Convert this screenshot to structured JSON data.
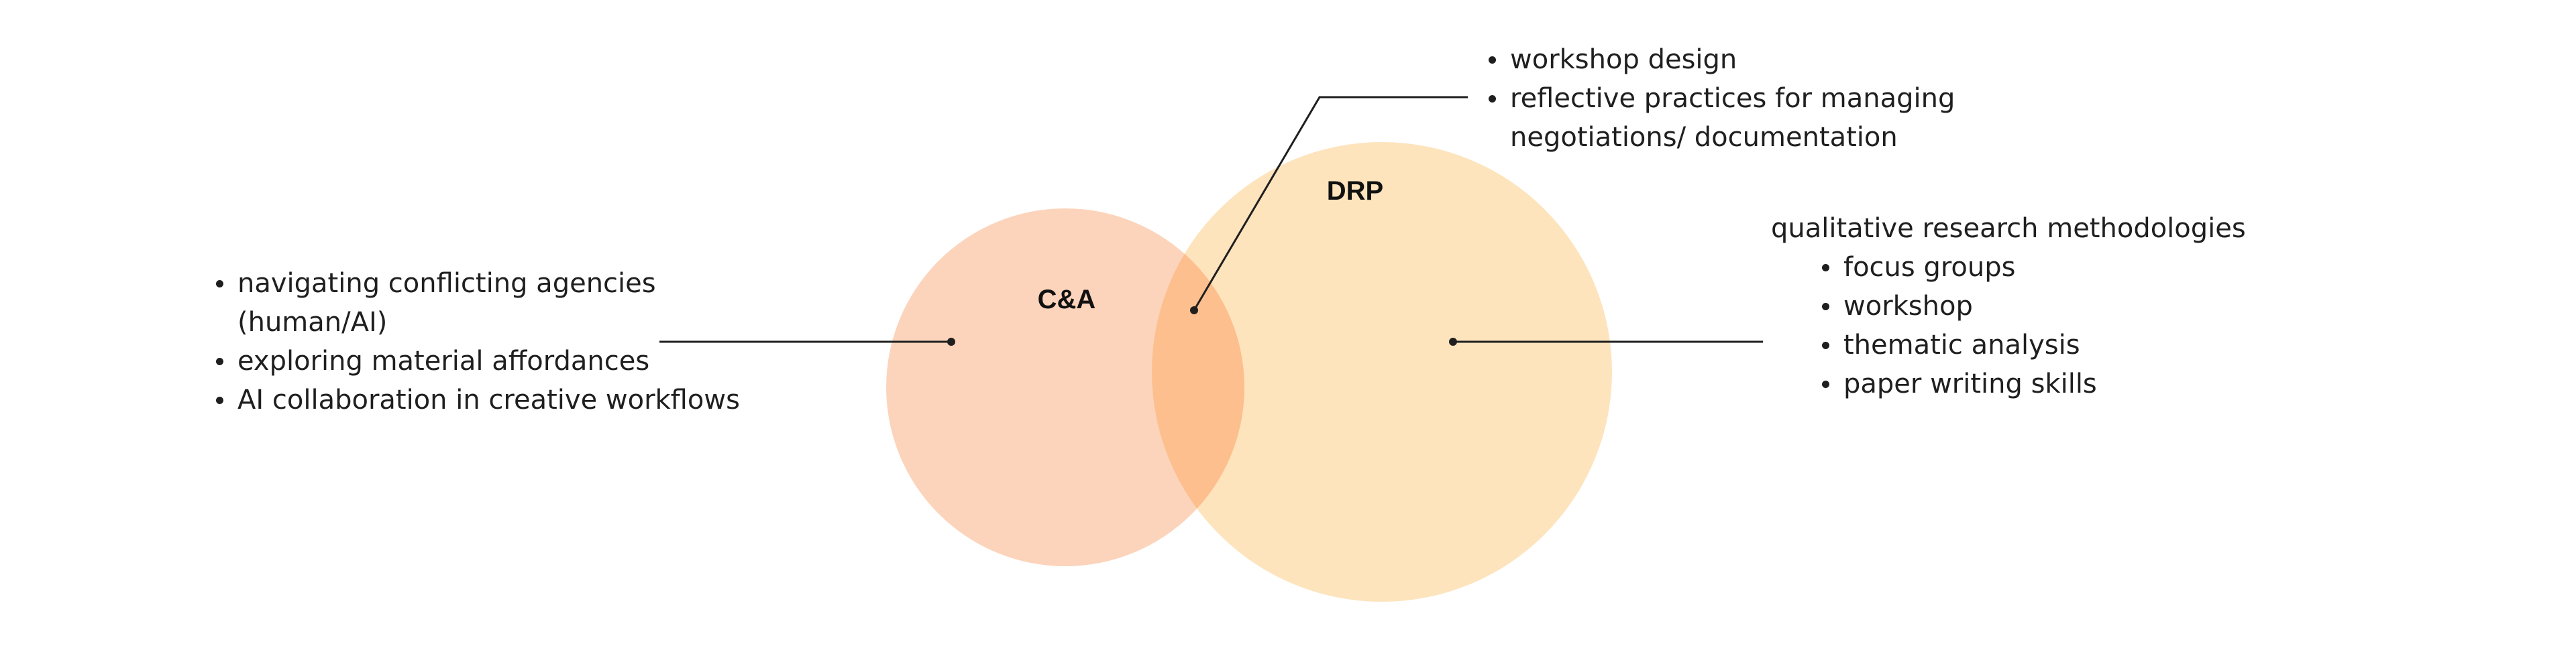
{
  "circles": {
    "ca": {
      "label": "C&A",
      "color": "#fcd4bb"
    },
    "drp": {
      "label": "DRP",
      "color": "#fde4bd"
    },
    "overlap_color": "#fdbf8d"
  },
  "callouts": {
    "left": {
      "items": [
        "navigating conflicting agencies",
        "(human/AI)",
        "exploring material affordances",
        "AI collaboration in creative workflows"
      ]
    },
    "top": {
      "items": [
        "workshop design",
        "reflective practices for managing",
        "negotiations/ documentation"
      ]
    },
    "right": {
      "heading": "qualitative research methodologies",
      "items": [
        "focus groups",
        "workshop",
        "thematic analysis",
        "paper writing skills"
      ]
    }
  }
}
